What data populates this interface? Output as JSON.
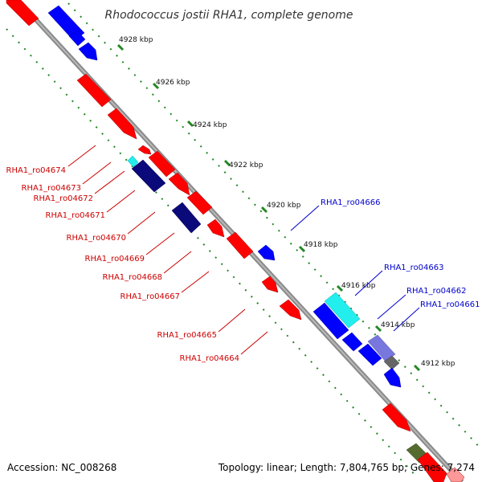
{
  "title": "Rhodococcus jostii RHA1, complete genome",
  "footer": {
    "accession": "Accession: NC_008268",
    "summary": "Topology: linear; Length: 7,804,765 bp; Genes: 7,274"
  },
  "colors": {
    "backbone": "#888888",
    "forward_gene": "#ff0000",
    "reverse_gene": "#0000ff",
    "highlight_forward": "#00ffff",
    "highlight_reverse": "#000080",
    "other_reverse": "#7777dd",
    "other_gene": "#556b2f",
    "grey_gene": "#666666",
    "tick": "#007700",
    "label_forward": "#cc0000",
    "label_reverse": "#0000cc"
  },
  "ticks": [
    {
      "label": "4928 kbp"
    },
    {
      "label": "4926 kbp"
    },
    {
      "label": "4924 kbp"
    },
    {
      "label": "4922 kbp"
    },
    {
      "label": "4920 kbp"
    },
    {
      "label": "4918 kbp"
    },
    {
      "label": "4916 kbp"
    },
    {
      "label": "4914 kbp"
    },
    {
      "label": "4912 kbp"
    }
  ],
  "gene_labels_forward": [
    {
      "label": "RHA1_ro04674"
    },
    {
      "label": "RHA1_ro04673"
    },
    {
      "label": "RHA1_ro04672"
    },
    {
      "label": "RHA1_ro04671"
    },
    {
      "label": "RHA1_ro04670"
    },
    {
      "label": "RHA1_ro04669"
    },
    {
      "label": "RHA1_ro04668"
    },
    {
      "label": "RHA1_ro04667"
    },
    {
      "label": "RHA1_ro04665"
    },
    {
      "label": "RHA1_ro04664"
    }
  ],
  "gene_labels_reverse": [
    {
      "label": "RHA1_ro04666"
    },
    {
      "label": "RHA1_ro04663"
    },
    {
      "label": "RHA1_ro04662"
    },
    {
      "label": "RHA1_ro04661"
    }
  ]
}
